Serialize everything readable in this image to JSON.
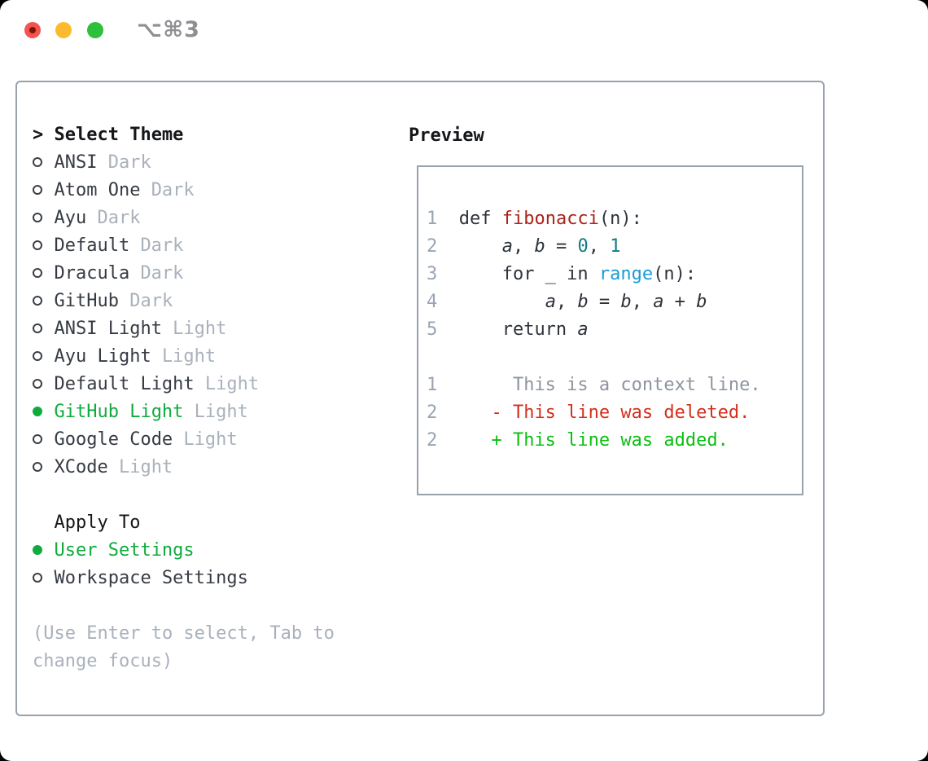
{
  "titlebar": {
    "shortcut": "⌥⌘3"
  },
  "colors": {
    "accent_green": "#10ab3e",
    "tag_gray": "#a9b1bb",
    "panel_border": "#99a1ad",
    "code_fg": "#2e333b",
    "func_red": "#ab2318",
    "number_teal": "#0f7d82",
    "builtin_blue": "#1a9bd7",
    "context_gray": "#8d949e",
    "deleted_red": "#d42f1c",
    "added_green": "#0abf12",
    "lineno_gray": "#9aa4b2",
    "traffic_red": "#f4544e",
    "traffic_yellow": "#fcbb2f",
    "traffic_green": "#2ec03d"
  },
  "theme_picker": {
    "prompt": ">",
    "header": "Select Theme",
    "items": [
      {
        "name": "ANSI",
        "tag": "Dark",
        "selected": false
      },
      {
        "name": "Atom One",
        "tag": "Dark",
        "selected": false
      },
      {
        "name": "Ayu",
        "tag": "Dark",
        "selected": false
      },
      {
        "name": "Default",
        "tag": "Dark",
        "selected": false
      },
      {
        "name": "Dracula",
        "tag": "Dark",
        "selected": false
      },
      {
        "name": "GitHub",
        "tag": "Dark",
        "selected": false
      },
      {
        "name": "ANSI Light",
        "tag": "Light",
        "selected": false
      },
      {
        "name": "Ayu Light",
        "tag": "Light",
        "selected": false
      },
      {
        "name": "Default Light",
        "tag": "Light",
        "selected": false
      },
      {
        "name": "GitHub Light",
        "tag": "Light",
        "selected": true
      },
      {
        "name": "Google Code",
        "tag": "Light",
        "selected": false
      },
      {
        "name": "XCode",
        "tag": "Light",
        "selected": false
      }
    ],
    "apply_to": {
      "header": "Apply To",
      "options": [
        {
          "label": "User Settings",
          "selected": true
        },
        {
          "label": "Workspace Settings",
          "selected": false
        }
      ]
    },
    "hint_lines": [
      "(Use Enter to select, Tab to",
      "change focus)"
    ]
  },
  "preview": {
    "title": "Preview",
    "lines": [
      {
        "num": "1",
        "tokens": [
          {
            "t": "  def ",
            "c": "fg"
          },
          {
            "t": "fibonacci",
            "c": "func"
          },
          {
            "t": "(n):",
            "c": "fg"
          }
        ]
      },
      {
        "num": "2",
        "tokens": [
          {
            "t": "      ",
            "c": "fg"
          },
          {
            "t": "a",
            "c": "fg",
            "i": true
          },
          {
            "t": ", ",
            "c": "fg"
          },
          {
            "t": "b",
            "c": "fg",
            "i": true
          },
          {
            "t": " = ",
            "c": "fg"
          },
          {
            "t": "0",
            "c": "num"
          },
          {
            "t": ", ",
            "c": "fg"
          },
          {
            "t": "1",
            "c": "num"
          }
        ]
      },
      {
        "num": "3",
        "tokens": [
          {
            "t": "      for _ in ",
            "c": "fg"
          },
          {
            "t": "range",
            "c": "builtin"
          },
          {
            "t": "(n):",
            "c": "fg"
          }
        ]
      },
      {
        "num": "4",
        "tokens": [
          {
            "t": "          ",
            "c": "fg"
          },
          {
            "t": "a",
            "c": "fg",
            "i": true
          },
          {
            "t": ", ",
            "c": "fg"
          },
          {
            "t": "b",
            "c": "fg",
            "i": true
          },
          {
            "t": " = ",
            "c": "fg"
          },
          {
            "t": "b",
            "c": "fg",
            "i": true
          },
          {
            "t": ", ",
            "c": "fg"
          },
          {
            "t": "a",
            "c": "fg",
            "i": true
          },
          {
            "t": " + ",
            "c": "fg"
          },
          {
            "t": "b",
            "c": "fg",
            "i": true
          }
        ]
      },
      {
        "num": "5",
        "tokens": [
          {
            "t": "      return ",
            "c": "fg"
          },
          {
            "t": "a",
            "c": "fg",
            "i": true
          }
        ]
      },
      {
        "num": "",
        "tokens": []
      },
      {
        "num": "1",
        "tokens": [
          {
            "t": "       This is a context line.",
            "c": "ctx"
          }
        ]
      },
      {
        "num": "2",
        "tokens": [
          {
            "t": "     - This line was deleted.",
            "c": "del"
          }
        ]
      },
      {
        "num": "2",
        "tokens": [
          {
            "t": "     + This line was added.",
            "c": "add"
          }
        ]
      }
    ]
  }
}
